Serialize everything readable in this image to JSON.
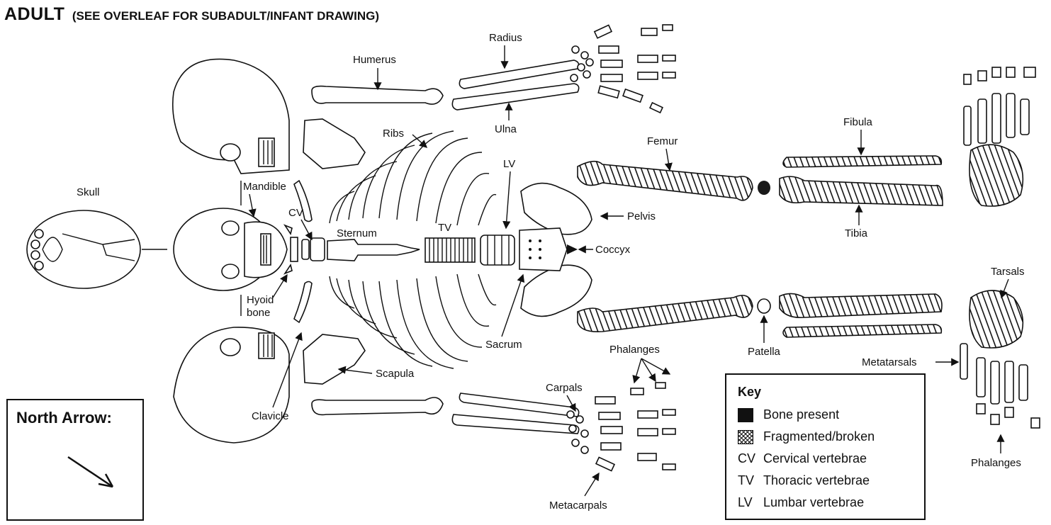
{
  "title": {
    "main": "ADULT",
    "sub": "(SEE OVERLEAF FOR SUBADULT/INFANT DRAWING)"
  },
  "labels": {
    "skull": "Skull",
    "mandible": "Mandible",
    "cv": "CV",
    "hyoid": [
      "Hyoid",
      "bone"
    ],
    "humerus": "Humerus",
    "radius": "Radius",
    "ulna": "Ulna",
    "ribs": "Ribs",
    "lv": "LV",
    "sternum": "Sternum",
    "tv": "TV",
    "coccyx": "Coccyx",
    "pelvis": "Pelvis",
    "sacrum": "Sacrum",
    "scapula": "Scapula",
    "clavicle": "Clavicle",
    "carpals": "Carpals",
    "metacarpals": "Metacarpals",
    "phalanges_hand": "Phalanges",
    "femur": "Femur",
    "fibula": "Fibula",
    "tibia": "Tibia",
    "patella": "Patella",
    "tarsals": "Tarsals",
    "metatarsals": "Metatarsals",
    "phalanges_foot": "Phalanges"
  },
  "north_arrow": {
    "title": "North Arrow:",
    "direction": "southeast"
  },
  "key": {
    "title": "Key",
    "items": [
      {
        "symbol": "solid",
        "text": "Bone present"
      },
      {
        "symbol": "crosshatch",
        "text": "Fragmented/broken"
      },
      {
        "abbr": "CV",
        "text": "Cervical vertebrae"
      },
      {
        "abbr": "TV",
        "text": "Thoracic vertebrae"
      },
      {
        "abbr": "LV",
        "text": "Lumbar vertebrae"
      }
    ]
  },
  "colors": {
    "ink": "#111111",
    "background": "#ffffff"
  }
}
